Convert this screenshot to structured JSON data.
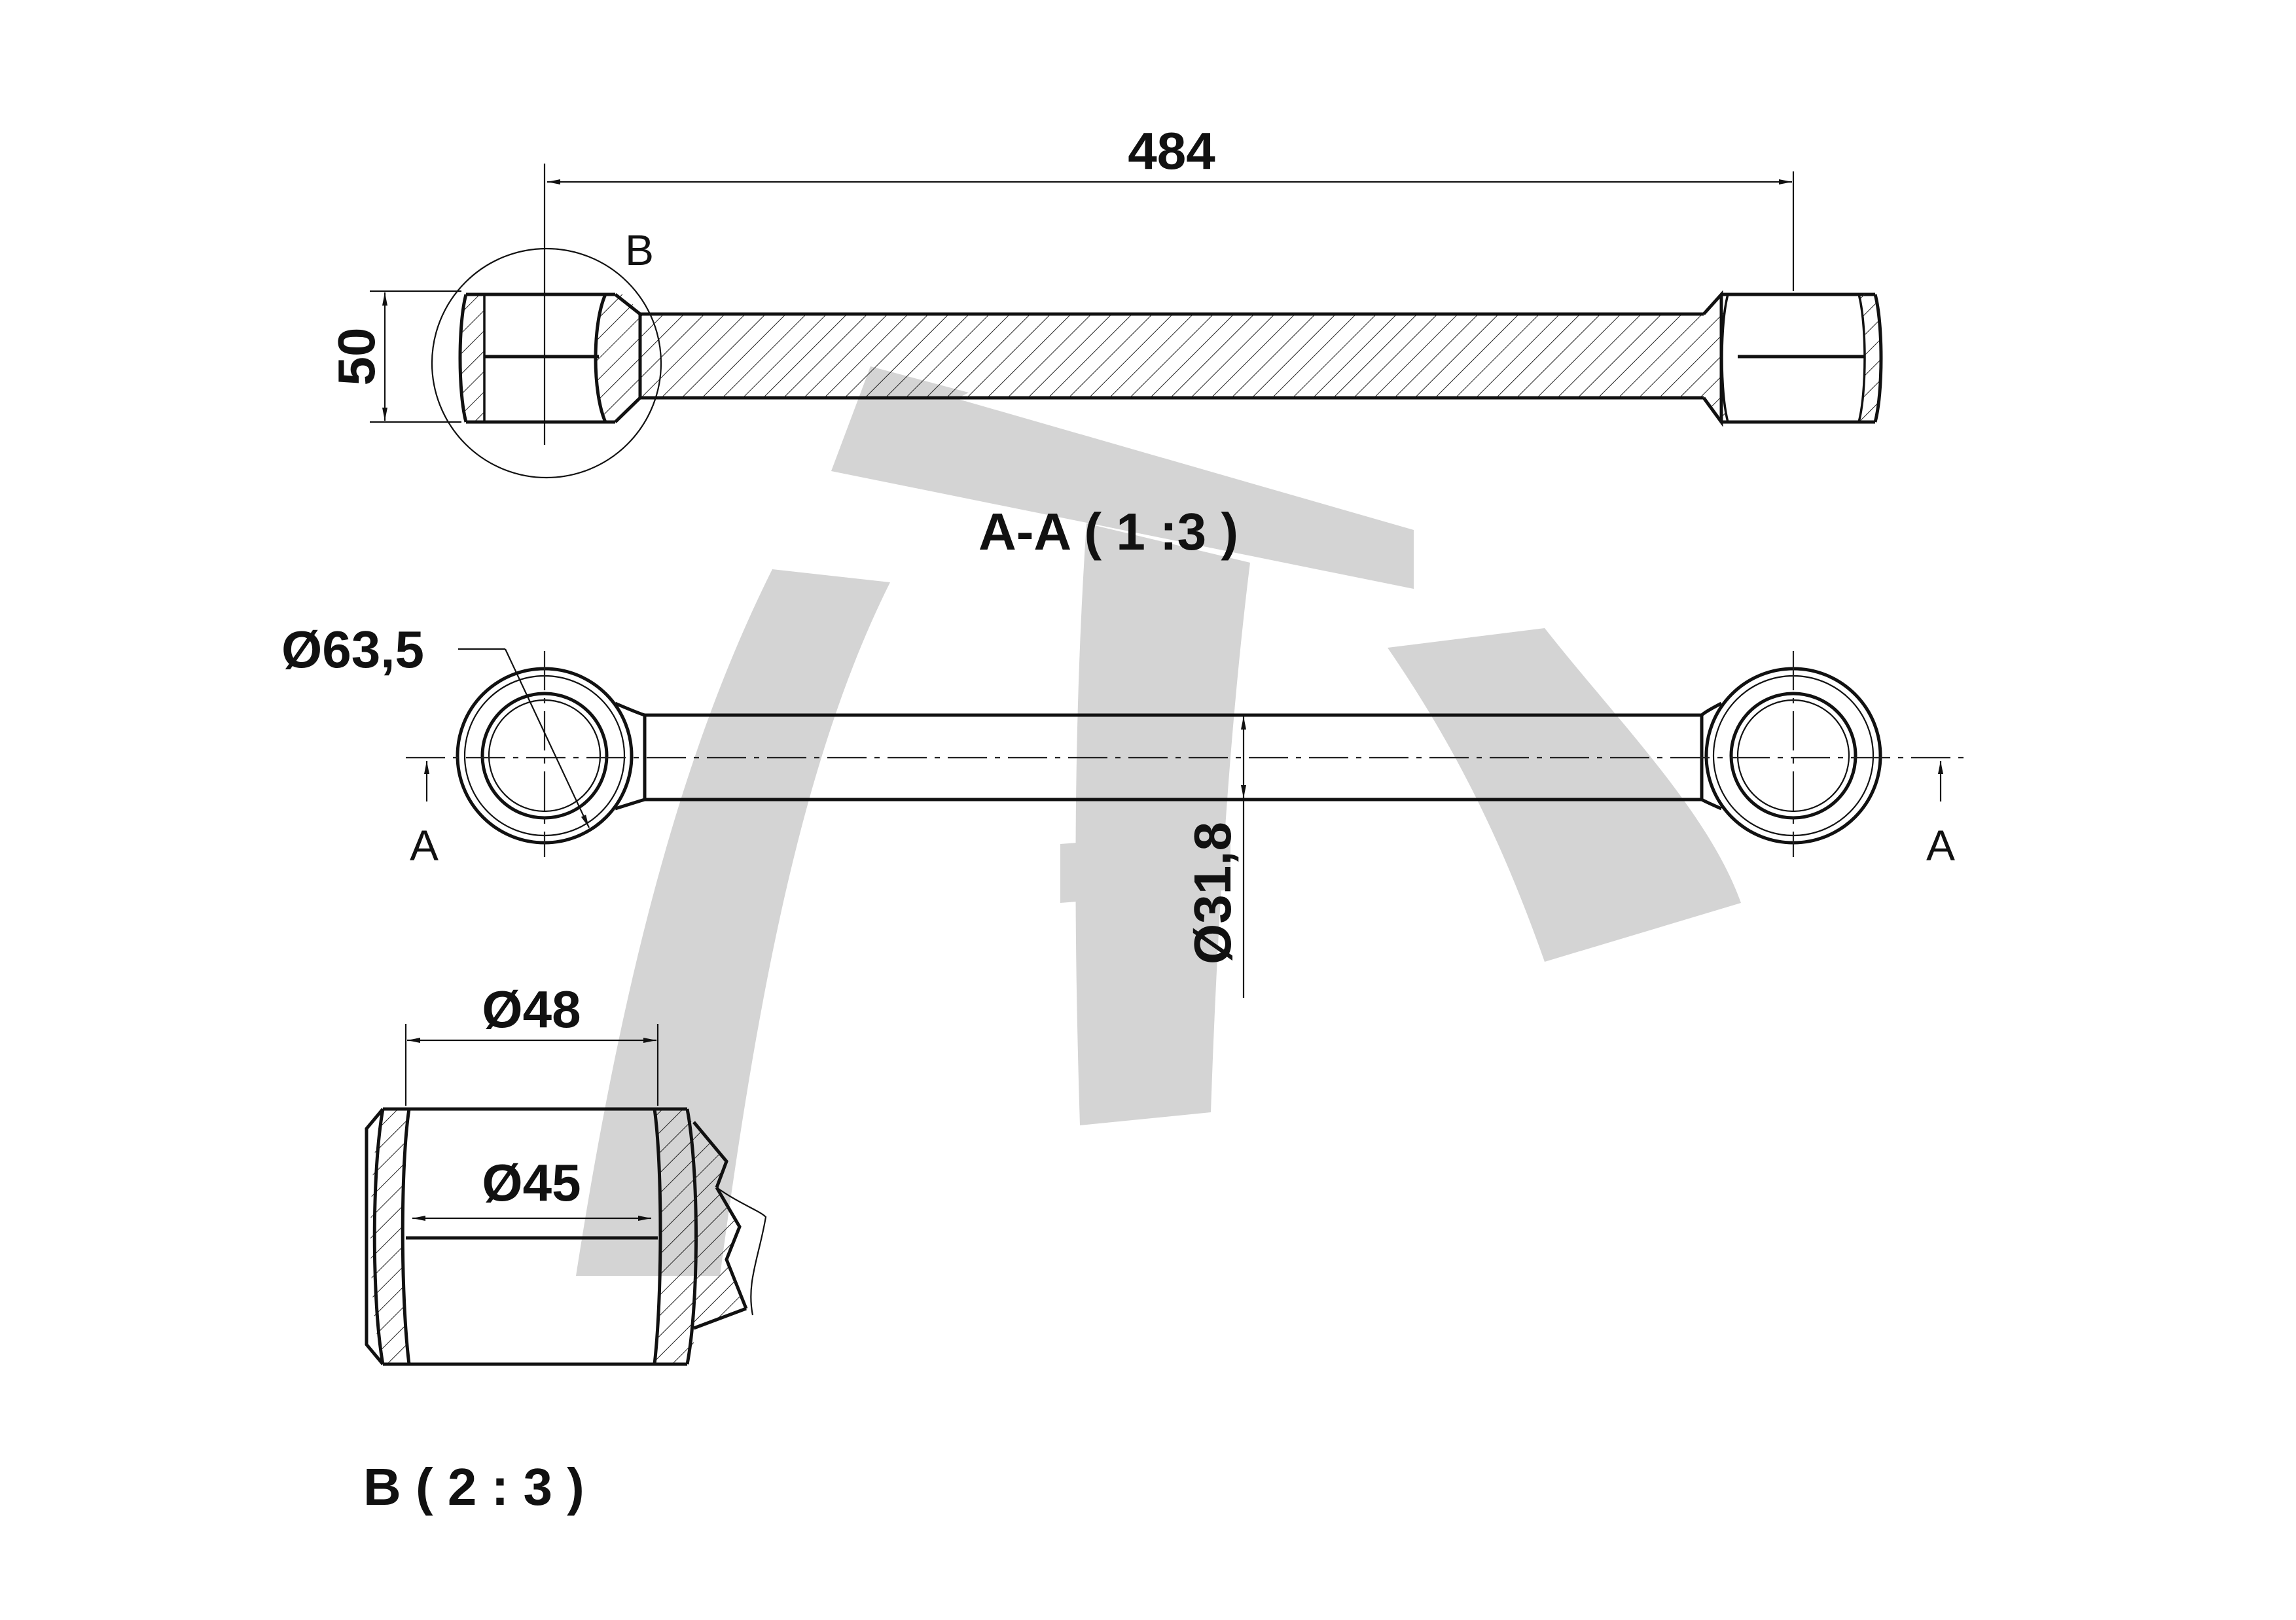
{
  "dimensions": {
    "overall_length": "484",
    "height": "50",
    "eye_outer_diameter": "Ø63,5",
    "tube_diameter": "Ø31,8",
    "bushing_outer_diameter": "Ø48",
    "bushing_inner_diameter": "Ø45"
  },
  "views": {
    "section_title": "A-A ( 1 :3 )",
    "detail_title": "B ( 2 : 3 )",
    "detail_marker": "B",
    "section_marker_left": "A",
    "section_marker_right": "A"
  },
  "colors": {
    "line": "#111111",
    "watermark": "#d4d4d4"
  },
  "icons": {
    "watermark": "brand-logo-watermark"
  }
}
